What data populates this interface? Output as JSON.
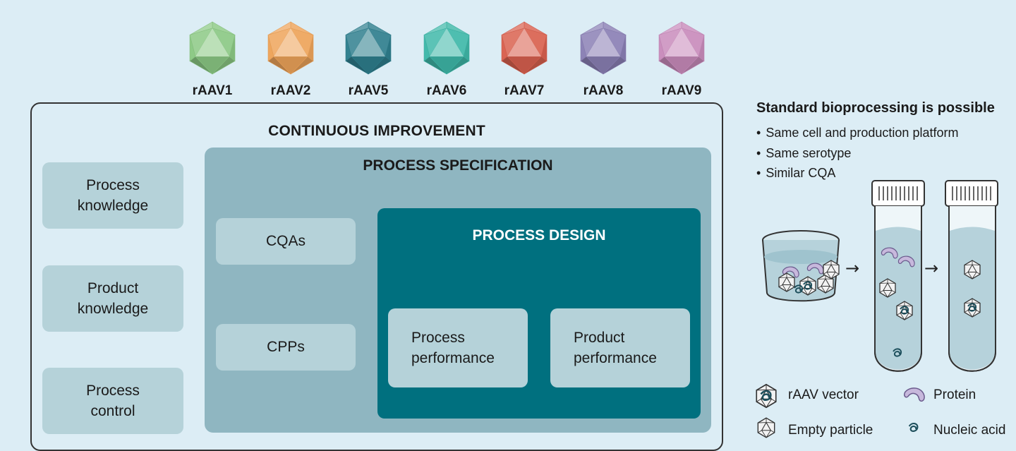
{
  "serotypes": [
    {
      "label": "rAAV1",
      "color": "#8cc985"
    },
    {
      "label": "rAAV2",
      "color": "#eea45a"
    },
    {
      "label": "rAAV5",
      "color": "#2f7f8e"
    },
    {
      "label": "rAAV6",
      "color": "#3fb8a9"
    },
    {
      "label": "rAAV7",
      "color": "#d9614f"
    },
    {
      "label": "rAAV8",
      "color": "#8b80b5"
    },
    {
      "label": "rAAV9",
      "color": "#c98cbc"
    }
  ],
  "framework": {
    "title": "CONTINUOUS IMPROVEMENT",
    "side_boxes": [
      "Process\nknowledge",
      "Product\nknowledge",
      "Process\ncontrol"
    ],
    "specification": {
      "title": "PROCESS SPECIFICATION",
      "items": [
        "CQAs",
        "CPPs"
      ],
      "design": {
        "title": "PROCESS DESIGN",
        "items": [
          "Process\nperformance",
          "Product\nperformance"
        ]
      }
    }
  },
  "bioprocessing": {
    "heading": "Standard bioprocessing is possible",
    "bullets": [
      "Same cell and production platform",
      "Same serotype",
      "Similar CQA"
    ]
  },
  "legend": {
    "rAAV_vector": "rAAV vector",
    "protein": "Protein",
    "empty_particle": "Empty particle",
    "nucleic_acid": "Nucleic acid"
  },
  "colors": {
    "process_design": "#00707f",
    "specification": "#8fb6c1",
    "box": "#b5d2d9",
    "background": "#dcedf5"
  }
}
